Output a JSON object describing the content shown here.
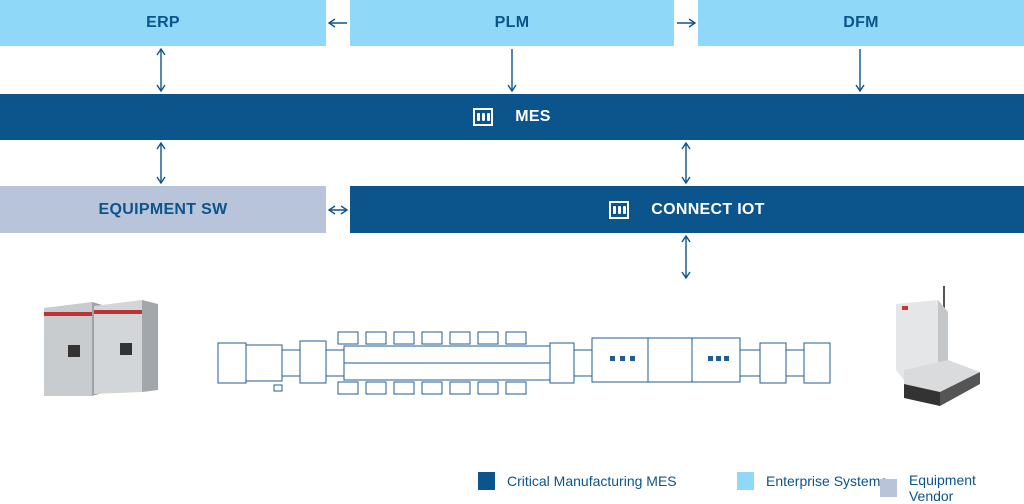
{
  "boxes": {
    "erp": "ERP",
    "plm": "PLM",
    "dfm": "DFM",
    "mes": "MES",
    "equipment_sw": "EQUIPMENT SW",
    "connect_iot": "CONNECT IOT"
  },
  "legend": [
    {
      "label": "Critical Manufacturing MES",
      "color": "#0b548c"
    },
    {
      "label": "Enterprise Systems",
      "color": "#8fd8f8"
    },
    {
      "label": "Equipment Vendor",
      "color": "#b8c4d9"
    }
  ]
}
